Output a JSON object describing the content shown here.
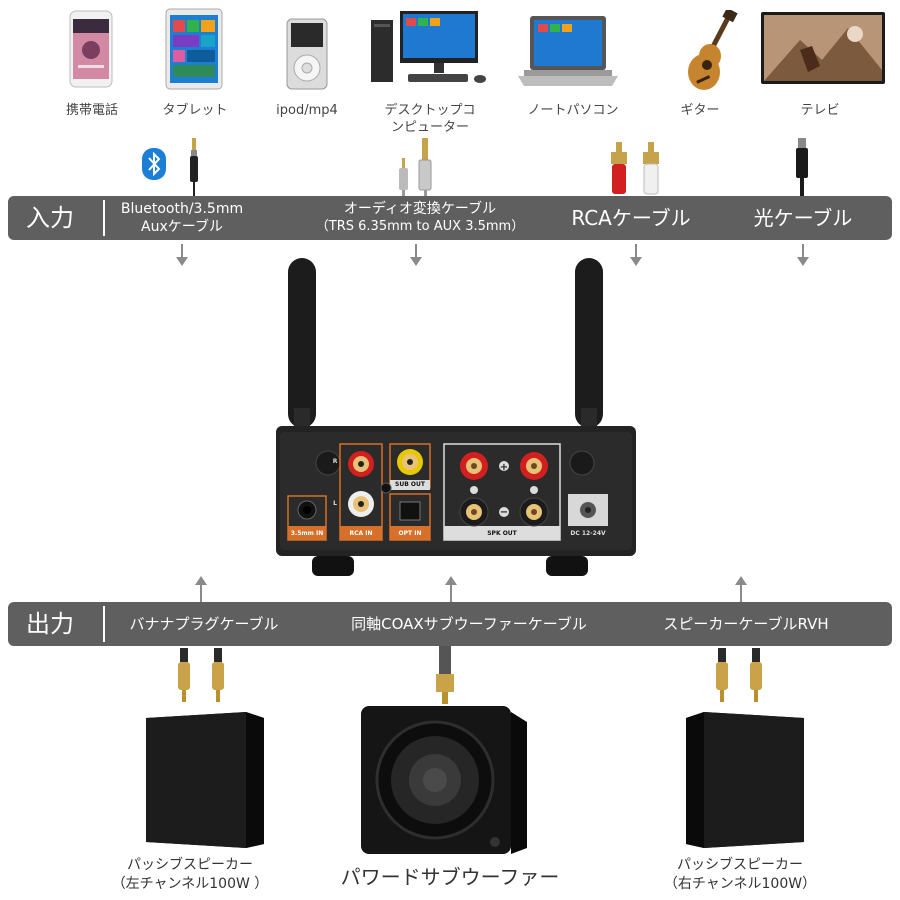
{
  "sources": [
    {
      "label": "携帯電話",
      "icon": "smartphone-icon"
    },
    {
      "label": "タブレット",
      "icon": "tablet-icon"
    },
    {
      "label": "ipod/mp4",
      "icon": "ipod-icon"
    },
    {
      "label": "デスクトップコ",
      "label2": "ンピューター",
      "icon": "desktop-computer-icon"
    },
    {
      "label": "ノートパソコン",
      "icon": "laptop-icon"
    },
    {
      "label": "ギター",
      "icon": "guitar-icon"
    },
    {
      "label": "テレビ",
      "icon": "tv-icon"
    }
  ],
  "input_bar": {
    "title": "入力",
    "items": [
      {
        "line1": "Bluetooth/3.5mm",
        "line2": "Auxケーブル"
      },
      {
        "line1": "オーディオ変換ケーブル",
        "line2": "（TRS 6.35mm to AUX 3.5mm）"
      },
      {
        "line1": "RCAケーブル"
      },
      {
        "line1": "光ケーブル"
      }
    ]
  },
  "amp_panel": {
    "r": "R",
    "l": "L",
    "plus": "+",
    "minus": "−",
    "in35": "3.5mm IN",
    "rca_in": "RCA IN",
    "opt_in": "OPT IN",
    "sub_out": "SUB OUT",
    "spk_out": "SPK OUT",
    "dc": "DC 12-24V"
  },
  "output_bar": {
    "title": "出力",
    "items": [
      {
        "text": "バナナプラグケーブル"
      },
      {
        "text": "同軸COAXサブウーファーケーブル"
      },
      {
        "text": "スピーカーケーブルRVH"
      }
    ]
  },
  "outputs": [
    {
      "line1": "パッシブスピーカー",
      "line2": "（左チャンネル100W ）"
    },
    {
      "line1": "パワードサブウーファー"
    },
    {
      "line1": "パッシブスピーカー",
      "line2": "（右チャンネル100W）"
    }
  ],
  "colors": {
    "bar": "#5f5f5f",
    "rca_red": "#d21f1f",
    "rca_yellow": "#e8c800",
    "accent_orange": "#d6702a"
  }
}
